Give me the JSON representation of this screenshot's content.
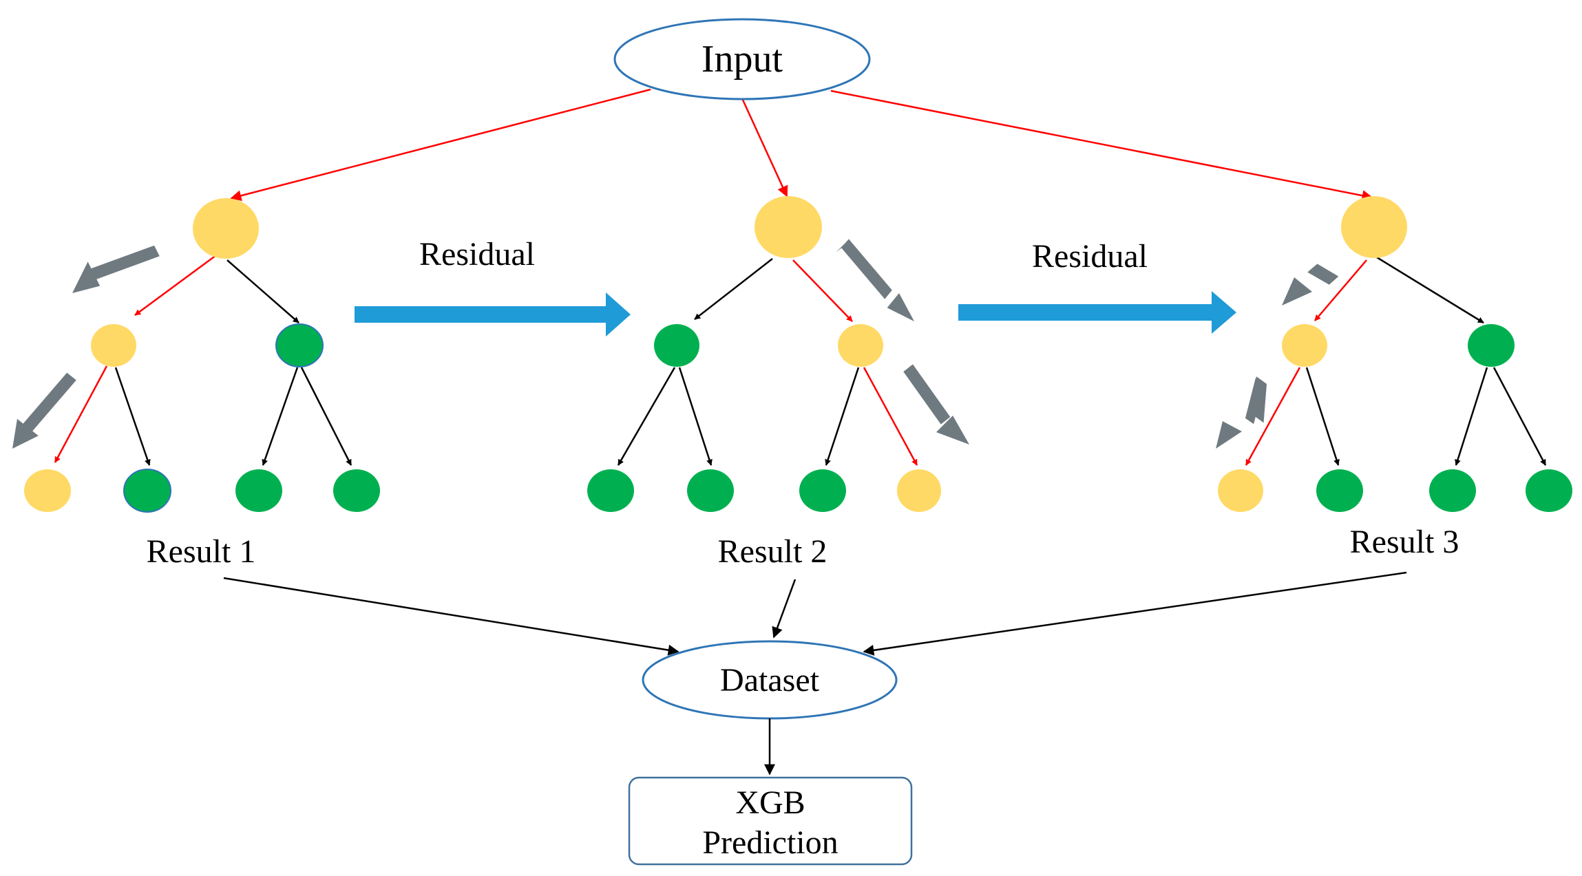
{
  "input_label": "Input",
  "residual_labels": [
    "Residual",
    "Residual"
  ],
  "results": [
    "Result 1",
    "Result 2",
    "Result 3"
  ],
  "dataset_label": "Dataset",
  "prediction_lines": [
    "XGB",
    "Prediction"
  ],
  "colors": {
    "background": "#ffffff",
    "yellow_node": "#ffd966",
    "green_node": "#00b050",
    "red_edge": "#ff0000",
    "black_edge": "#000000",
    "blue_arrow": "#1f9bd7",
    "gray_arrow": "#6f7a80",
    "ellipse_stroke": "#2e75b6",
    "box_stroke": "#41719c"
  }
}
